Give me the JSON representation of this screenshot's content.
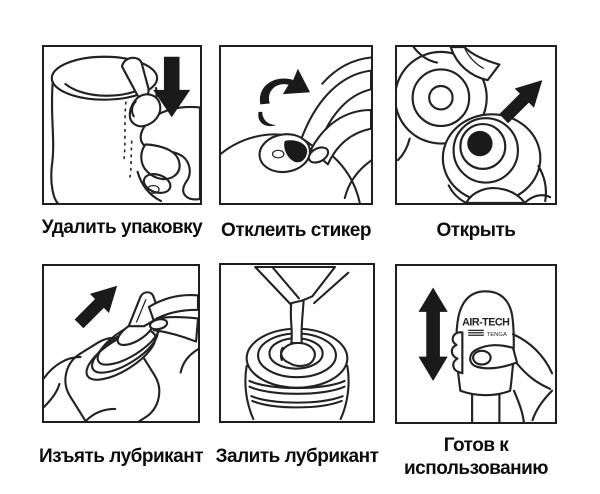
{
  "canvas": {
    "background": "#ffffff",
    "ink": "#222222",
    "caption_color": "#0d0d0d"
  },
  "steps": [
    {
      "caption": "Удалить упаковку",
      "illustration": "hand-pulling-tear-strip-off-cup",
      "arrow_icon": "down-arrow-icon"
    },
    {
      "caption": "Отклеить стикер",
      "illustration": "fingers-peeling-sticker-from-cup-top",
      "arrow_icon": "rotate-arrow-icon"
    },
    {
      "caption": "Открыть",
      "illustration": "cap-lifted-off-cup-opening",
      "arrow_icon": "northeast-arrow-icon"
    },
    {
      "caption": "Изъять лубрикант",
      "illustration": "fingers-extracting-lubricant-sachet",
      "arrow_icon": "northeast-arrow-icon"
    },
    {
      "caption": "Залить лубрикант",
      "illustration": "pouring-lubricant-into-cup-opening",
      "arrow_icon": ""
    },
    {
      "caption": "Готов к использованию",
      "illustration": "hand-holding-ready-device",
      "arrow_icon": "up-down-arrow-icon",
      "product_label": "AIR-TECH",
      "product_brand": "TENGA"
    }
  ]
}
